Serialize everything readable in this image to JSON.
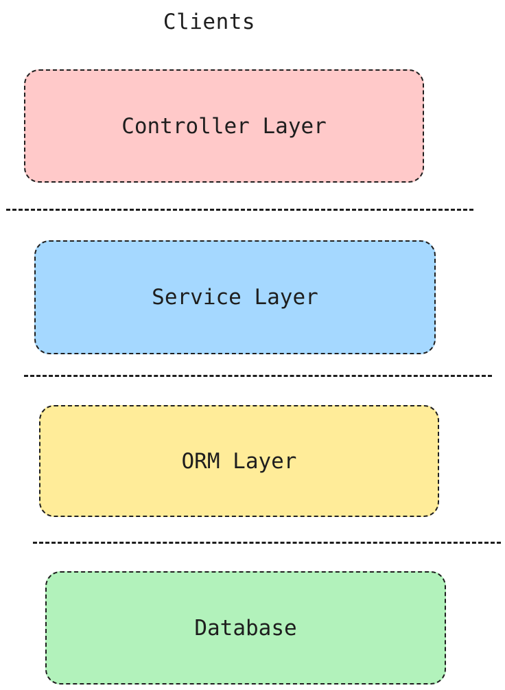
{
  "title": "Clients",
  "layers": [
    {
      "label": "Controller Layer",
      "color": "#ffc9c9"
    },
    {
      "label": "Service Layer",
      "color": "#a5d8ff"
    },
    {
      "label": "ORM Layer",
      "color": "#ffec99"
    },
    {
      "label": "Database",
      "color": "#b2f2bb"
    }
  ],
  "stroke_color": "#1e1e1e"
}
